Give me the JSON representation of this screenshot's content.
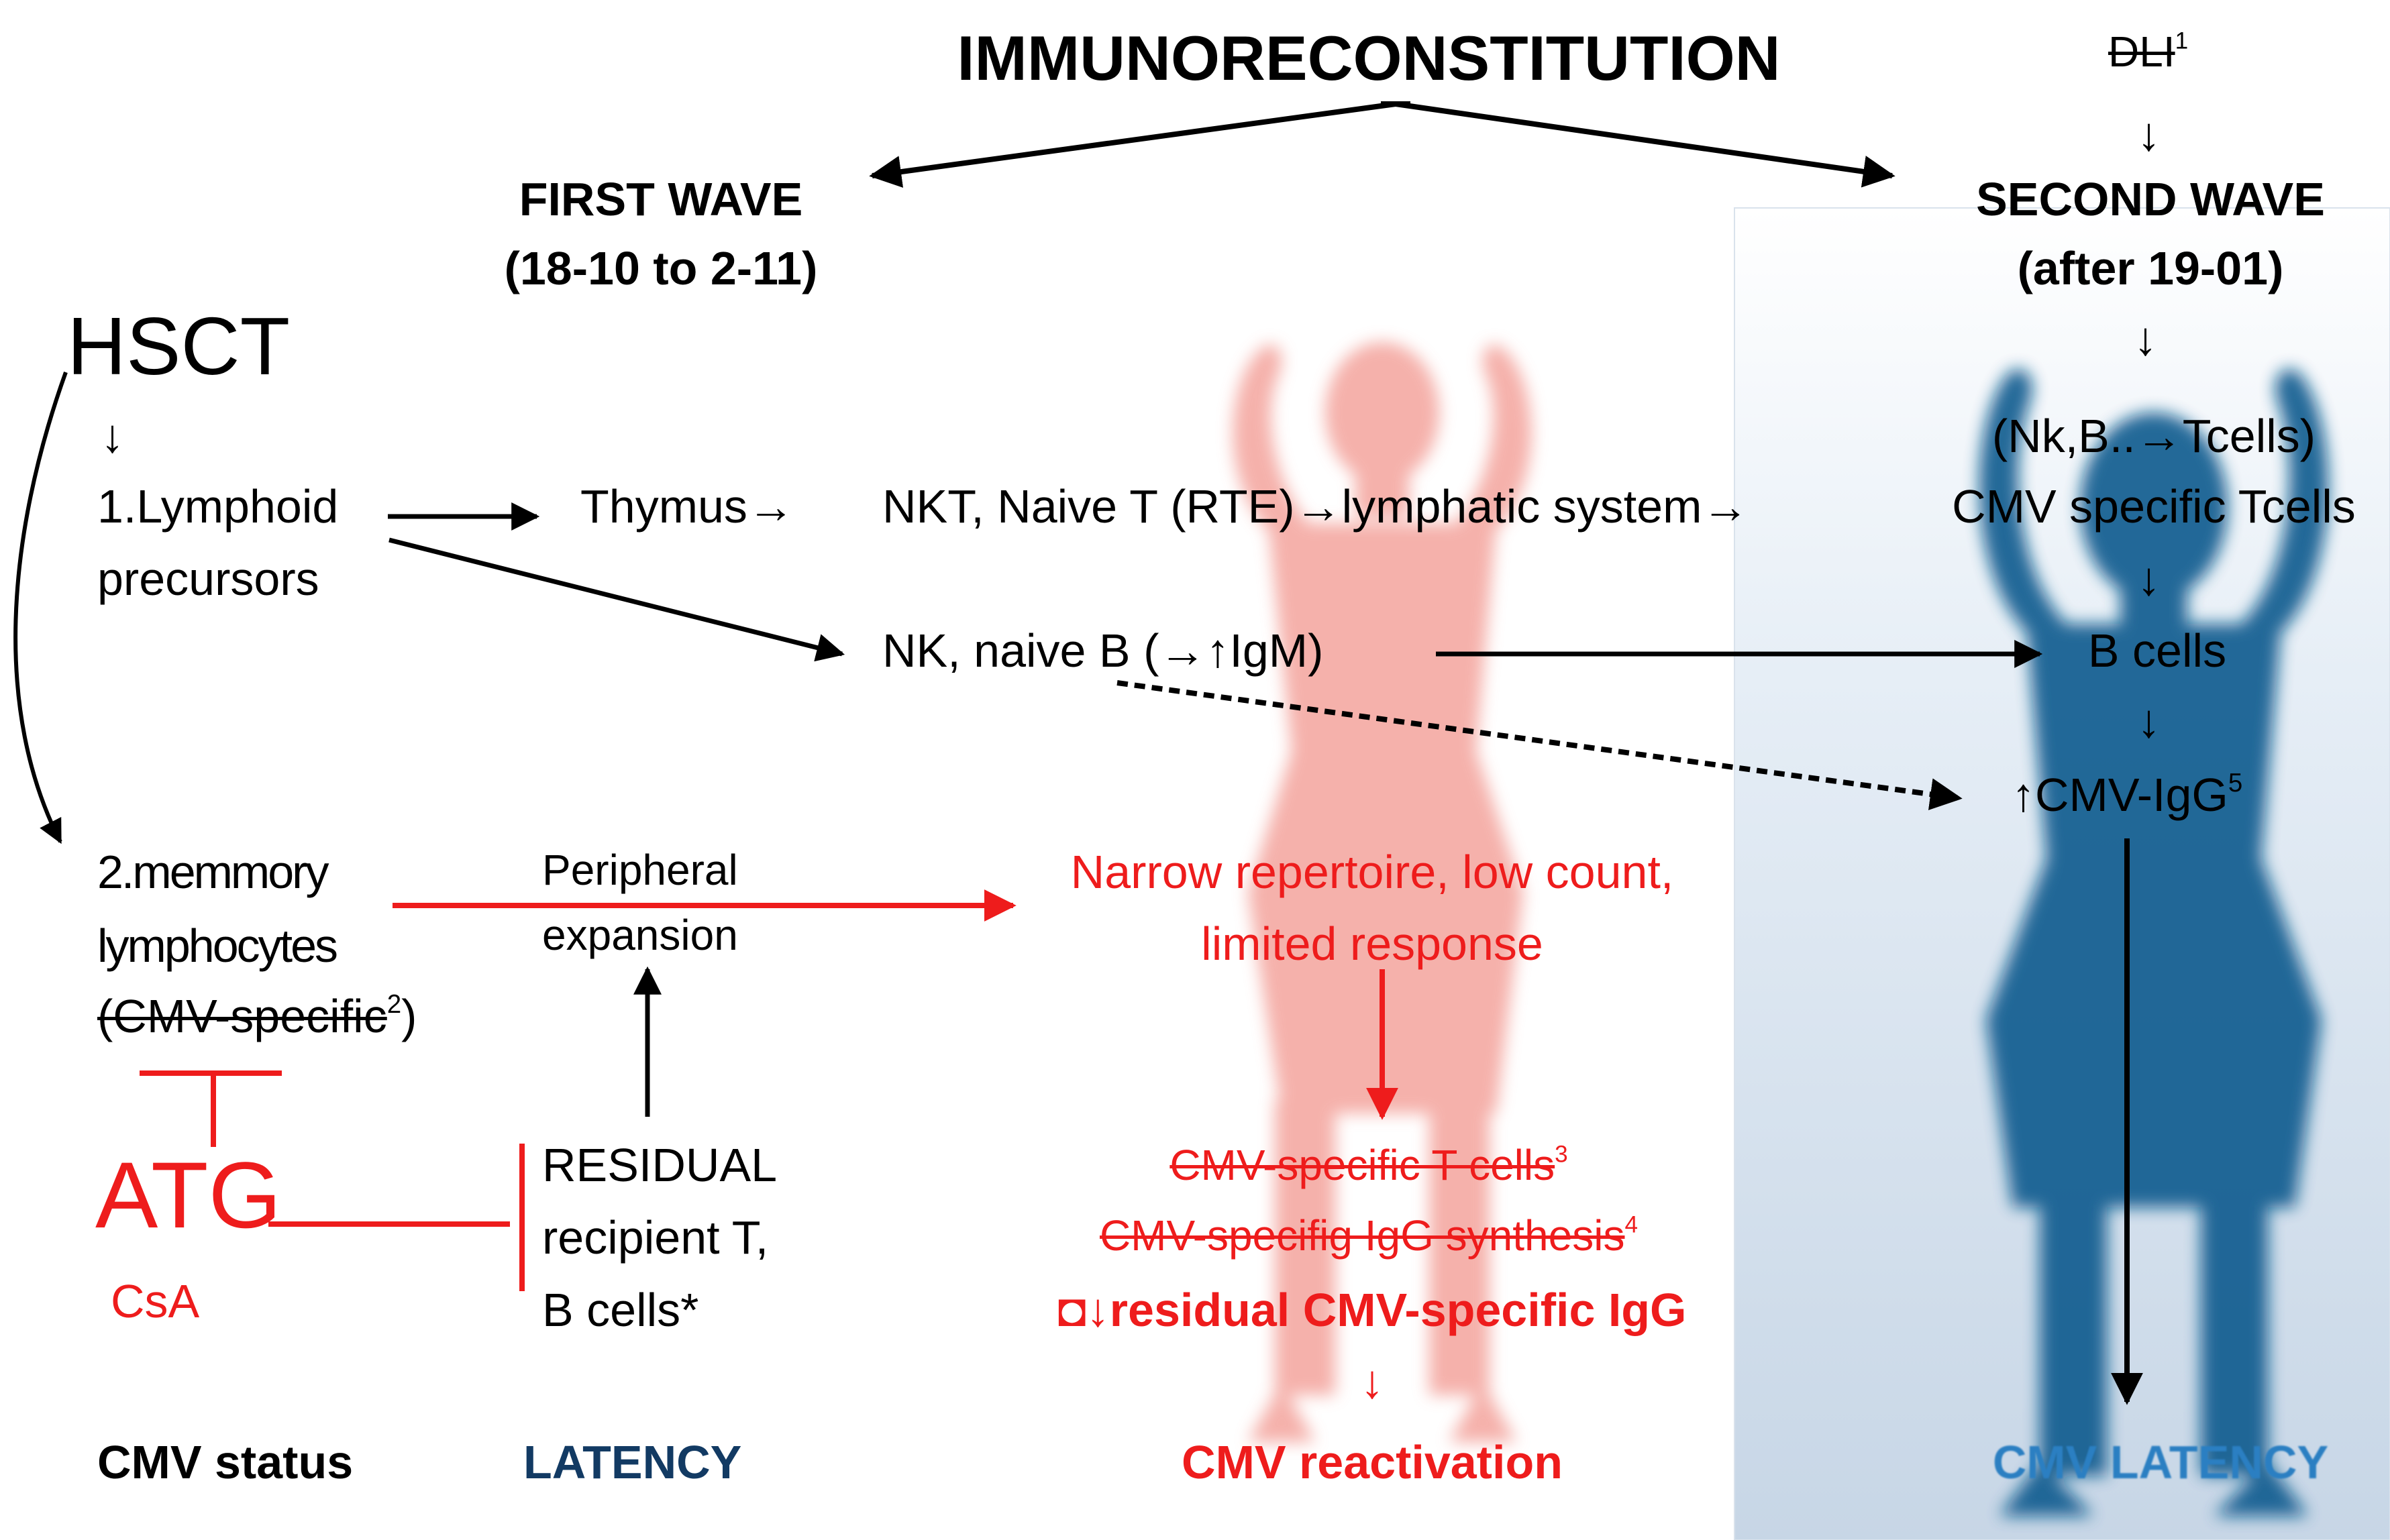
{
  "colors": {
    "red": "#ee1c1c",
    "navy": "#123a63",
    "light_blue": "#2b7fc2",
    "black": "#000000"
  },
  "title": "IMMUNORECONSTITUTION",
  "dli": {
    "label": "DLI",
    "sup": "1"
  },
  "first_wave": {
    "title": "FIRST WAVE",
    "dates": "(18-10 to 2-11)"
  },
  "second_wave": {
    "title": "SECOND WAVE",
    "dates": "(after 19-01)",
    "cells_order": "(Nk,B..→Tcells)",
    "cmv_tcells": "CMV specific Tcells",
    "b_cells": "B cells",
    "igg": "↑CMV-IgG",
    "igg_sup": "5"
  },
  "hsct": "HSCT",
  "down_arrow": "↓",
  "lymphoid": {
    "line1": "1.Lymphoid",
    "line2": "precursors"
  },
  "thymus": "Thymus→",
  "nkt": "NKT, Naive T (RTE)→lymphatic system→",
  "nk_naive_b": "NK, naive B (→↑IgM)",
  "memory": {
    "line1": "2.memmory",
    "line2": "lymphocytes",
    "line3_pre": "(CMV-specific",
    "line3_sup": "2",
    "line3_post": ")"
  },
  "peripheral": {
    "line1": "Peripheral",
    "line2": "expansion"
  },
  "narrow": {
    "line1": "Narrow repertoire, low count,",
    "line2": "limited response"
  },
  "residual": {
    "line1": "RESIDUAL",
    "line2": "recipient T,",
    "line3": "B cells*"
  },
  "drugs": {
    "atg": "ATG",
    "csa": "CsA"
  },
  "effects": {
    "tcells": "CMV-specific T cells",
    "tcells_sup": "3",
    "igg_synth": "CMV-specifig IgG synthesis",
    "igg_synth_sup": "4",
    "residual_igg": "◘↓residual CMV-specific IgG",
    "down": "↓"
  },
  "status": {
    "label": "CMV status",
    "latency": "LATENCY",
    "reactivation": "CMV reactivation",
    "cmv_latency": "CMV LATENCY"
  }
}
